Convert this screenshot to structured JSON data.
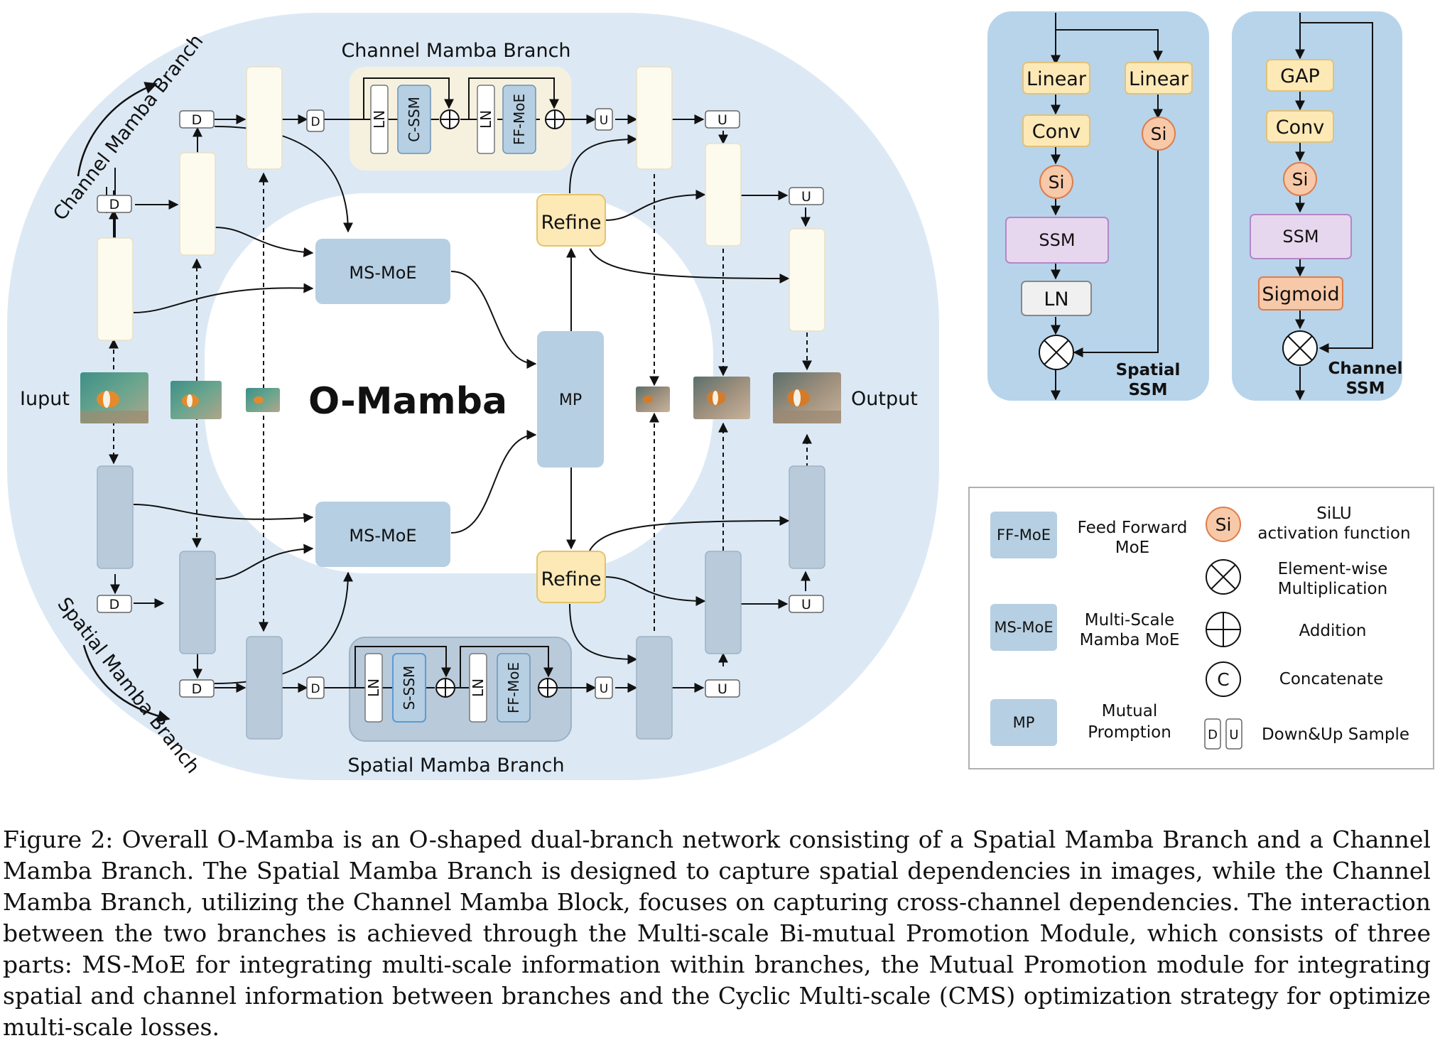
{
  "figure": {
    "title": "O-Mamba",
    "input_label": "Iuput",
    "output_label": "Output",
    "channel_branch_title": "Channel Mamba Branch",
    "spatial_branch_title": "Spatial Mamba Branch",
    "channel_branch_arc": "Channel Mamba Branch",
    "spatial_branch_arc": "Spatial Mamba Branch",
    "ms_moe": "MS-MoE",
    "mp": "MP",
    "refine": "Refine",
    "ln": "LN",
    "c_ssm": "C-SSM",
    "s_ssm": "S-SSM",
    "ff_moe": "FF-MoE",
    "down": "D",
    "up": "U",
    "colors": {
      "outer_ring": "#dce9f5",
      "channel_block": "#fdfaee",
      "spatial_block": "#b9cadb",
      "module": "#b6cfe2",
      "refine": "#fde9b6",
      "ssm": "#e7d7ee",
      "silu": "#f8c9a8"
    }
  },
  "spatial_ssm": {
    "linear_left": "Linear",
    "linear_right": "Linear",
    "conv": "Conv",
    "si": "Si",
    "ssm": "SSM",
    "ln": "LN",
    "title_line1": "Spatial",
    "title_line2": "SSM"
  },
  "channel_ssm": {
    "gap": "GAP",
    "conv": "Conv",
    "si": "Si",
    "ssm": "SSM",
    "sigmoid": "Sigmoid",
    "title_line1": "Channel",
    "title_line2": "SSM"
  },
  "legend": {
    "ff_moe_sym": "FF-MoE",
    "ff_moe_desc1": "Feed Forward",
    "ff_moe_desc2": "MoE",
    "ms_moe_sym": "MS-MoE",
    "ms_moe_desc1": "Multi-Scale",
    "ms_moe_desc2": "Mamba MoE",
    "mp_sym": "MP",
    "mp_desc1": "Mutual",
    "mp_desc2": "Promption",
    "si_sym": "Si",
    "si_desc1": "SiLU",
    "si_desc2": "activation function",
    "mult_desc1": "Element-wise",
    "mult_desc2": "Multiplication",
    "add_desc": "Addition",
    "concat_sym": "C",
    "concat_desc": "Concatenate",
    "down_sym": "D",
    "up_sym": "U",
    "sample_desc": "Down&Up Sample"
  },
  "caption": "Figure 2: Overall O-Mamba is an O-shaped dual-branch network consisting of a Spatial Mamba Branch and a Channel Mamba Branch. The Spatial Mamba Branch is designed to capture spatial dependencies in images, while the Channel Mamba Branch, utilizing the Channel Mamba Block, focuses on capturing cross-channel dependencies. The interaction between the two branches is achieved through the Multi-scale Bi-mutual Promotion Module, which consists of three parts: MS-MoE for integrating multi-scale information within branches, the Mutual Promotion module for integrating spatial and channel information between branches and the Cyclic Multi-scale (CMS) optimization strategy for optimize multi-scale losses."
}
